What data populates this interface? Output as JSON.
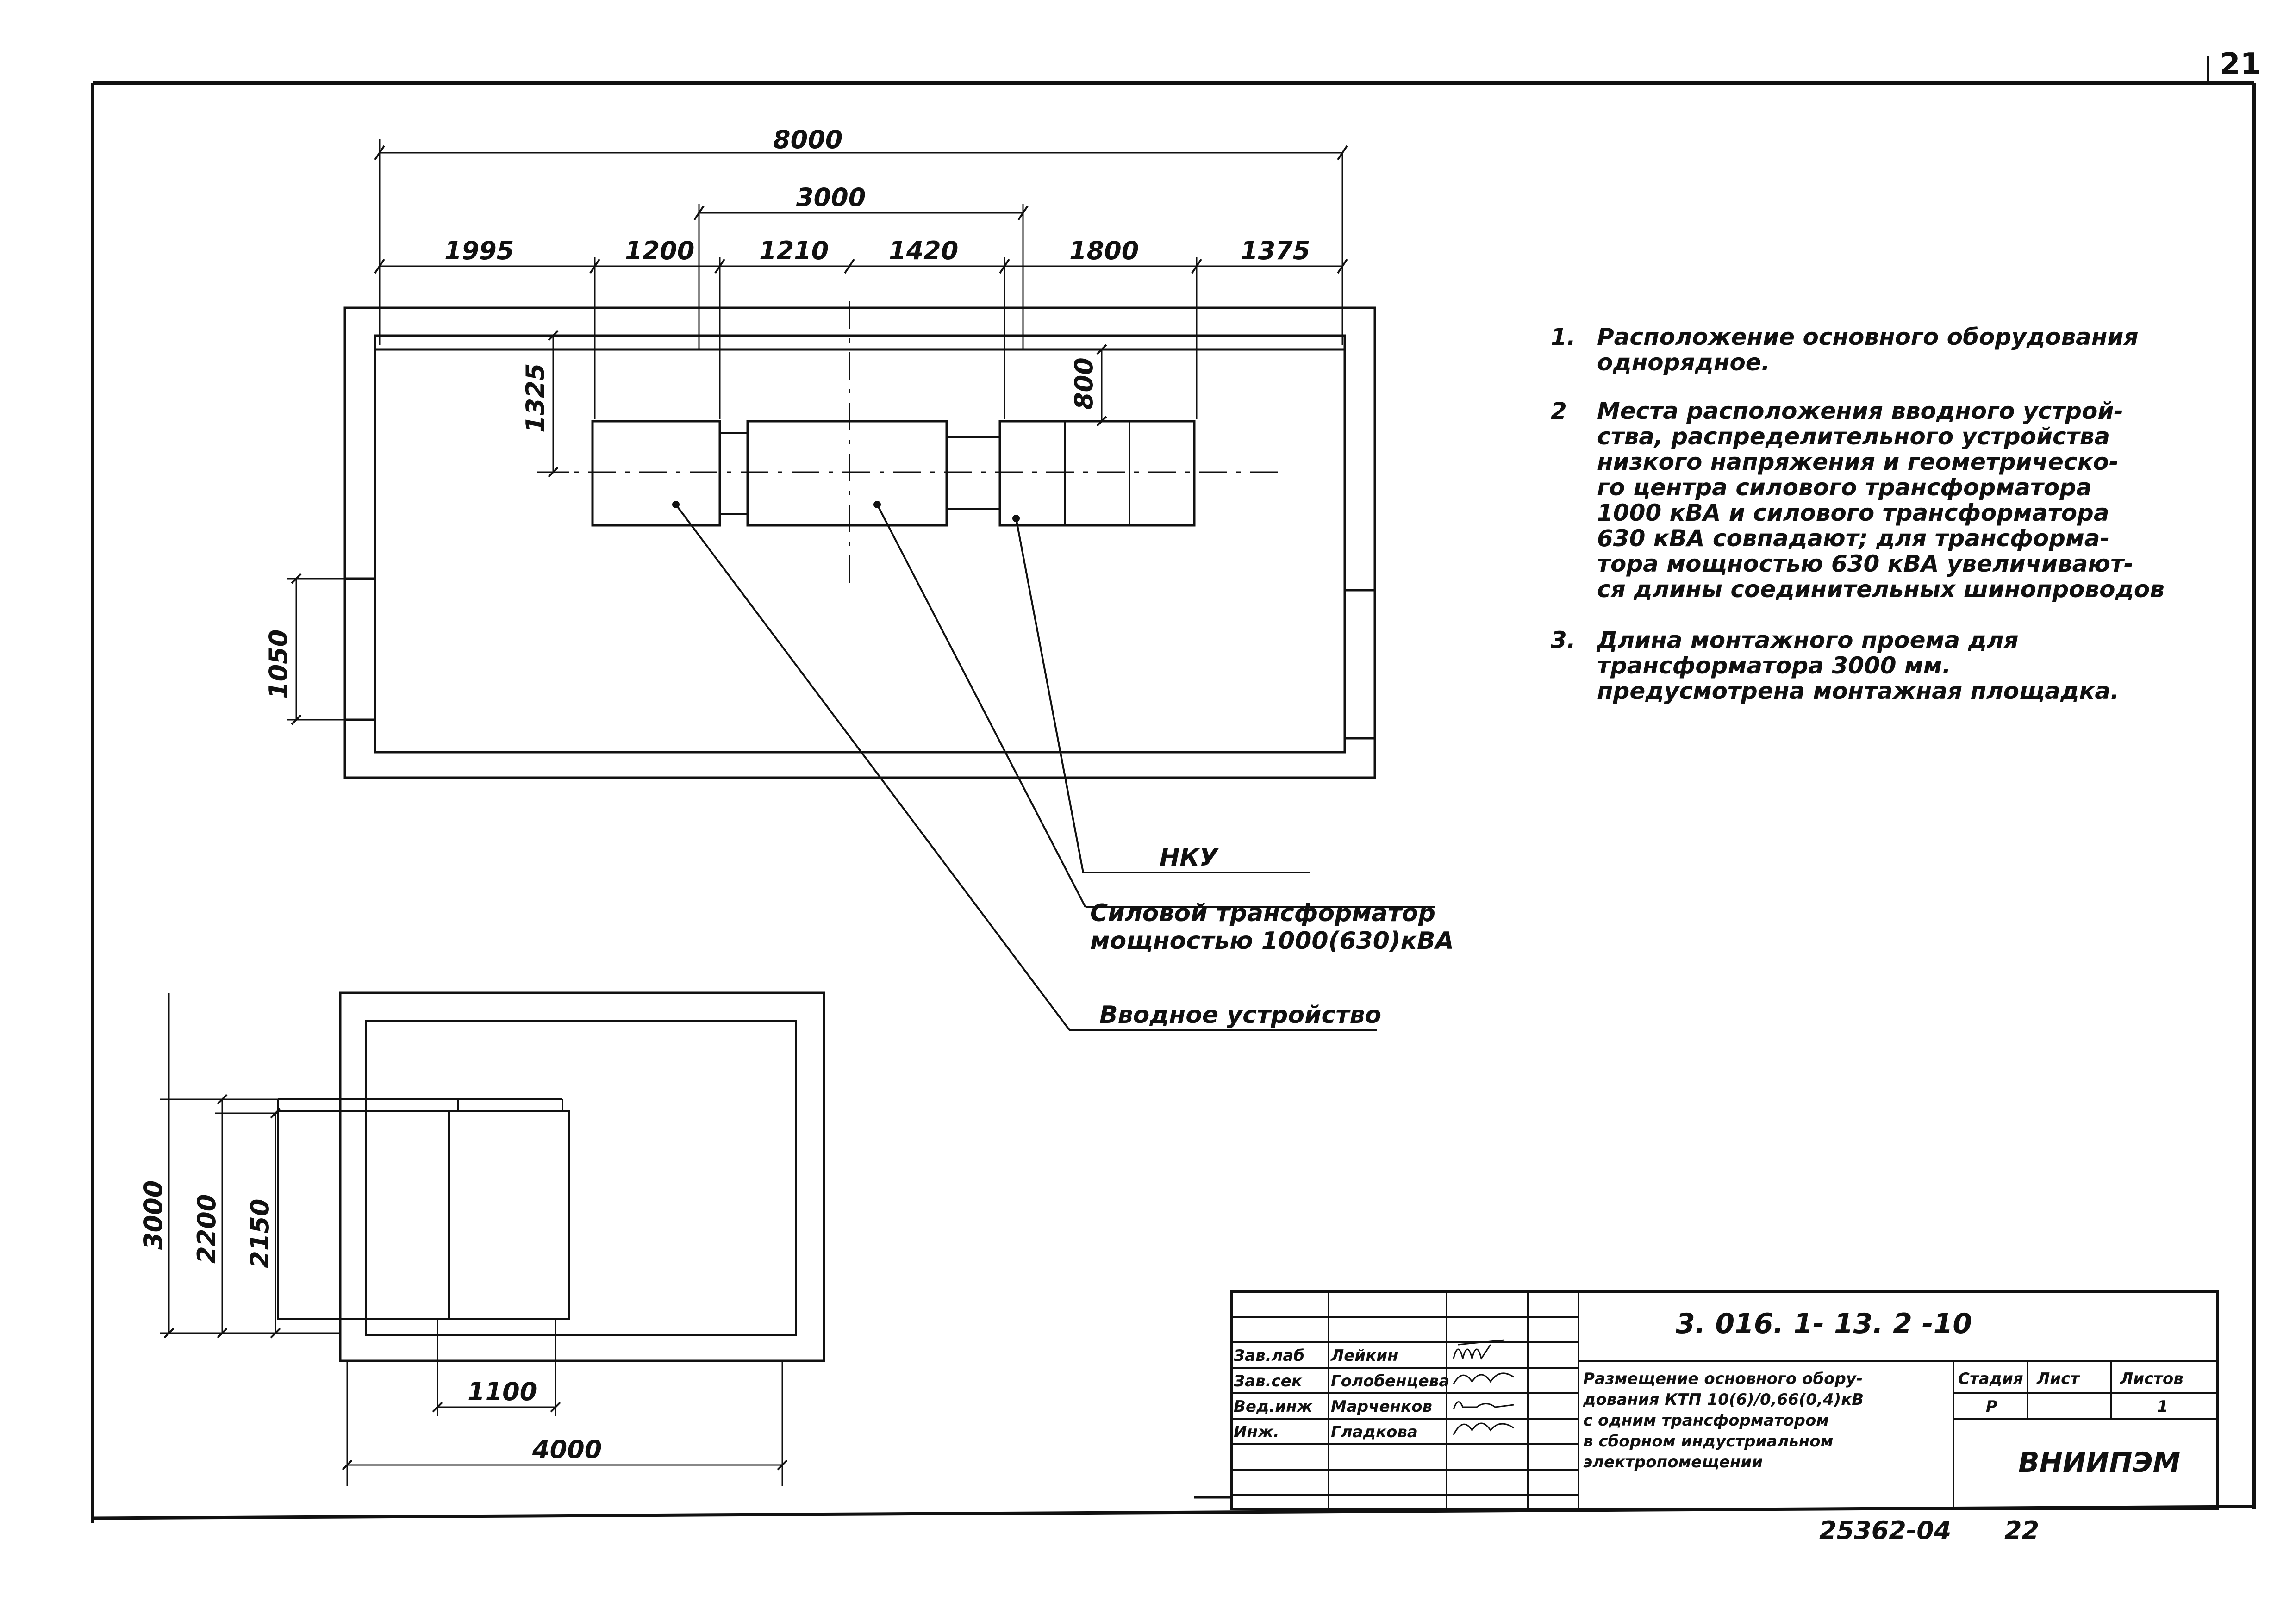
{
  "sheet_number": "21",
  "plan": {
    "dim_total": "8000",
    "dim_middle": "3000",
    "dims_row": [
      "1995",
      "1200",
      "1210",
      "1420",
      "1800",
      "1375"
    ],
    "dim_1325": "1325",
    "dim_800": "800",
    "dim_1050": "1050"
  },
  "elevation": {
    "dim_3000": "3000",
    "dim_2200": "2200",
    "dim_2150": "2150",
    "dim_1100": "1100",
    "dim_4000": "4000"
  },
  "labels": {
    "nku": "НКУ",
    "transformer_1": "Силовой трансформатор",
    "transformer_2": "мощностью 1000(630)кВА",
    "input_device": "Вводное устройство"
  },
  "notes": [
    {
      "num": "1.",
      "lines": [
        "Расположение основного оборудования",
        "однорядное."
      ]
    },
    {
      "num": "2",
      "lines": [
        "Места расположения вводного устрой-",
        "ства, распределительного устройства",
        "низкого напряжения и геометрическо-",
        "го центра силового трансформатора",
        "1000 кВА и силового трансформатора",
        "630 кВА совпадают; для трансформа-",
        "тора мощностью 630 кВА увеличивают-",
        "ся длины соединительных шинопроводов"
      ]
    },
    {
      "num": "3.",
      "lines": [
        "Длина монтажного проема для",
        "трансформатора 3000 мм.",
        "предусмотрена монтажная площадка."
      ]
    }
  ],
  "title_block": {
    "doc_number": "3. 016. 1- 13. 2 -10",
    "roles": [
      "Зав.лаб",
      "Зав.сек",
      "Вед.инж",
      "Инж."
    ],
    "names": [
      "Лейкин",
      "Голобенцева",
      "Марченков",
      "Гладкова"
    ],
    "title_lines": [
      "Размещение основного обору-",
      "дования КТП 10(6)/0,66(0,4)кВ",
      "с одним трансформатором",
      "в сборном индустриальном",
      "электропомещении"
    ],
    "col_stage": "Стадия",
    "col_sheet": "Лист",
    "col_sheets": "Листов",
    "stage": "Р",
    "sheet": "1",
    "org": "ВНИИПЭМ"
  },
  "footer": {
    "code": "25362-04",
    "page": "22"
  }
}
